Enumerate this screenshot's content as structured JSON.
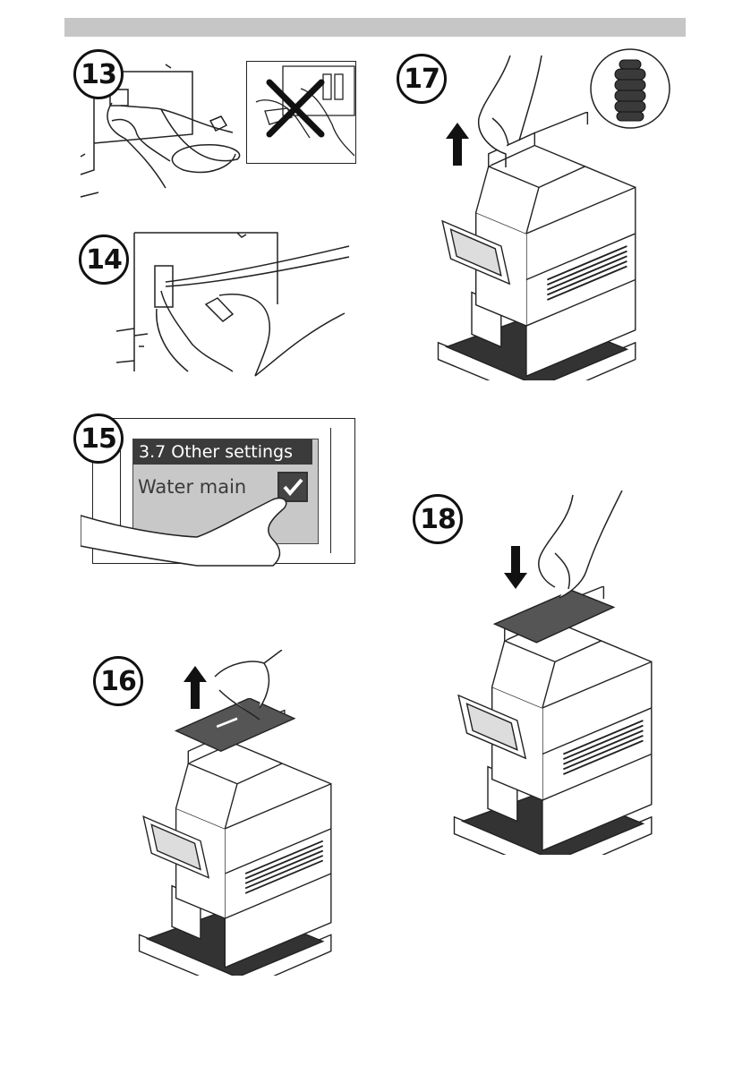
{
  "steps": {
    "s13": "13",
    "s14": "14",
    "s15": "15",
    "s16": "16",
    "s17": "17",
    "s18": "18"
  },
  "screen": {
    "header": "3.7  Other settings",
    "setting_label": "Water main"
  },
  "icons": {
    "cross": "cross-icon",
    "check": "checkmark-icon",
    "arrow_up": "arrow-up-icon",
    "arrow_down": "arrow-down-icon"
  },
  "colors": {
    "bar": "#c6c6c6",
    "screen_bg": "#c8c8c8",
    "screen_header": "#3b3b3b",
    "lid": "#555555",
    "line": "#222222"
  }
}
